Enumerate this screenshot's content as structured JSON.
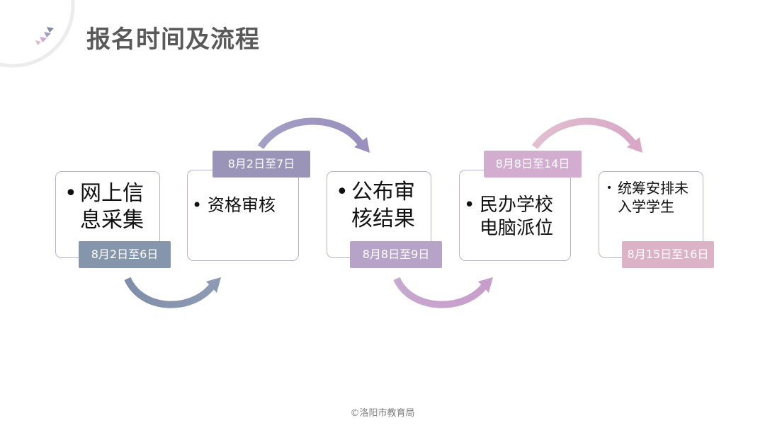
{
  "title": "报名时间及流程",
  "steps": [
    {
      "lines": [
        "网上信",
        "息采集"
      ],
      "date": "8月2日至6日"
    },
    {
      "lines": [
        "资格审核"
      ],
      "date": "8月2日至7日"
    },
    {
      "lines": [
        "公布审",
        "核结果"
      ],
      "date": "8月8日至9日"
    },
    {
      "lines": [
        "民办学校",
        "电脑派位"
      ],
      "date": "8月8日至14日"
    },
    {
      "lines": [
        "统筹安排未",
        "入学学生"
      ],
      "date": "8月15日至16日"
    }
  ],
  "colors": {
    "tag1": "#8595ac",
    "tag2": "#9a94b9",
    "tag3": "#b8a3c8",
    "tag4": "#d2add0",
    "tag5": "#dcb3c6",
    "box_border": "#b7b2cc"
  },
  "footer": "©洛阳市教育局"
}
